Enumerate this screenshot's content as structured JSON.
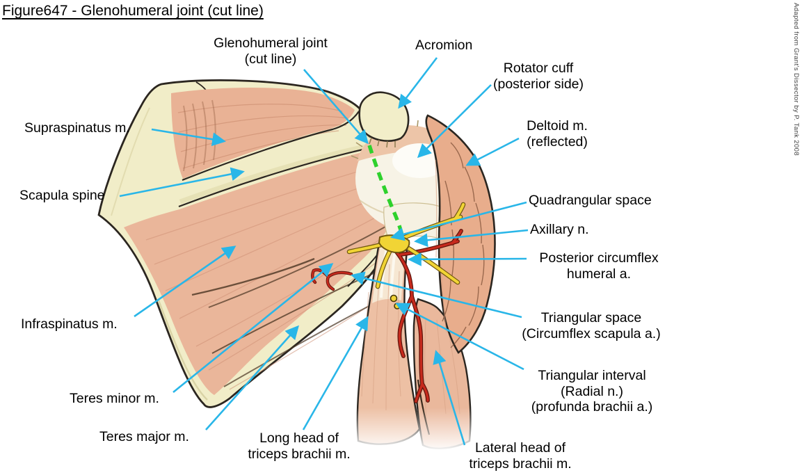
{
  "figure": {
    "title": "Figure647 - Glenohumeral joint (cut line)",
    "attribution": "Adapted from Grant's Dissector by P. Tank 2008"
  },
  "colors": {
    "leader_line": "#29b6e8",
    "cut_line_green": "#2ed12c",
    "nerve_yellow": "#f1d435",
    "artery_red": "#c62a1d",
    "muscle_salmon": "#eab69a",
    "bone_cream": "#f1edc8",
    "label_text": "#000000"
  },
  "labels": {
    "glenohumeral_joint": "Glenohumeral joint\n(cut line)",
    "acromion": "Acromion",
    "rotator_cuff": "Rotator cuff\n(posterior side)",
    "deltoid": "Deltoid m.\n(reflected)",
    "supraspinatus": "Supraspinatus m.",
    "scapula_spine": "Scapula spine",
    "quadrangular_space": "Quadrangular space",
    "axillary_nerve": "Axillary n.",
    "posterior_circumflex": "Posterior circumflex\nhumeral a.",
    "infraspinatus": "Infraspinatus m.",
    "triangular_space": "Triangular space\n(Circumflex scapula a.)",
    "triangular_interval": "Triangular interval\n(Radial n.)\n(profunda brachii a.)",
    "teres_minor": "Teres minor m.",
    "teres_major": "Teres major m.",
    "long_head_triceps": "Long head of\ntriceps brachii m.",
    "lateral_head_triceps": "Lateral head of\ntriceps brachii m."
  }
}
